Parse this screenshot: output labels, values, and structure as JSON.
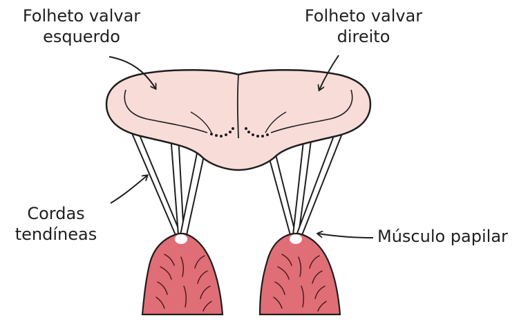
{
  "labels": {
    "left_leaflet": {
      "line1": "Folheto valvar",
      "line2": "esquerdo"
    },
    "right_leaflet": {
      "line1": "Folheto valvar",
      "line2": "direito"
    },
    "chordae": {
      "line1": "Cordas",
      "line2": "tendíneas"
    },
    "papillary": {
      "line1": "Músculo papilar"
    }
  },
  "colors": {
    "leaflet_fill": "#f8dcd8",
    "muscle_fill": "#e06e76",
    "muscle_highlight": "#f4a4a8",
    "outline": "#1e1e1e"
  }
}
